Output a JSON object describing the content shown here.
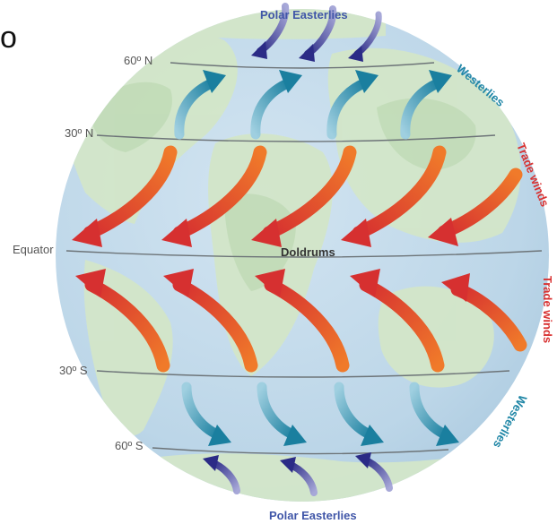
{
  "colors": {
    "ocean": "#bcd6e8",
    "land": "#d3e6c9",
    "land_dark": "#bcd9b2",
    "latitude_line": "#6d7478",
    "polar_easterlies": "#2f2f8c",
    "westerlies": "#1f86a6",
    "trade_winds": "#d83232",
    "trade_winds_light": "#f07a2a",
    "latitude_text": "#555555",
    "title_text": "#4056a8",
    "doldrums_text": "#333333"
  },
  "latitudes": {
    "n60": "60º N",
    "n30": "30º N",
    "equator": "Equator",
    "s30": "30º S",
    "s60": "60º S"
  },
  "wind_labels": {
    "polar_easterlies_top": "Polar Easterlies",
    "polar_easterlies_bottom": "Polar Easterlies",
    "westerlies_north": "Westerlies",
    "westerlies_south": "Westerlies",
    "trade_winds_north": "Trade winds",
    "trade_winds_south": "Trade winds",
    "doldrums": "Doldrums"
  },
  "wind_arrows": {
    "polar_easterlies_north": 3,
    "westerlies_north": 4,
    "trade_winds_north": 5,
    "trade_winds_south": 5,
    "westerlies_south": 4,
    "polar_easterlies_south": 3
  },
  "partial_glyph": "o"
}
